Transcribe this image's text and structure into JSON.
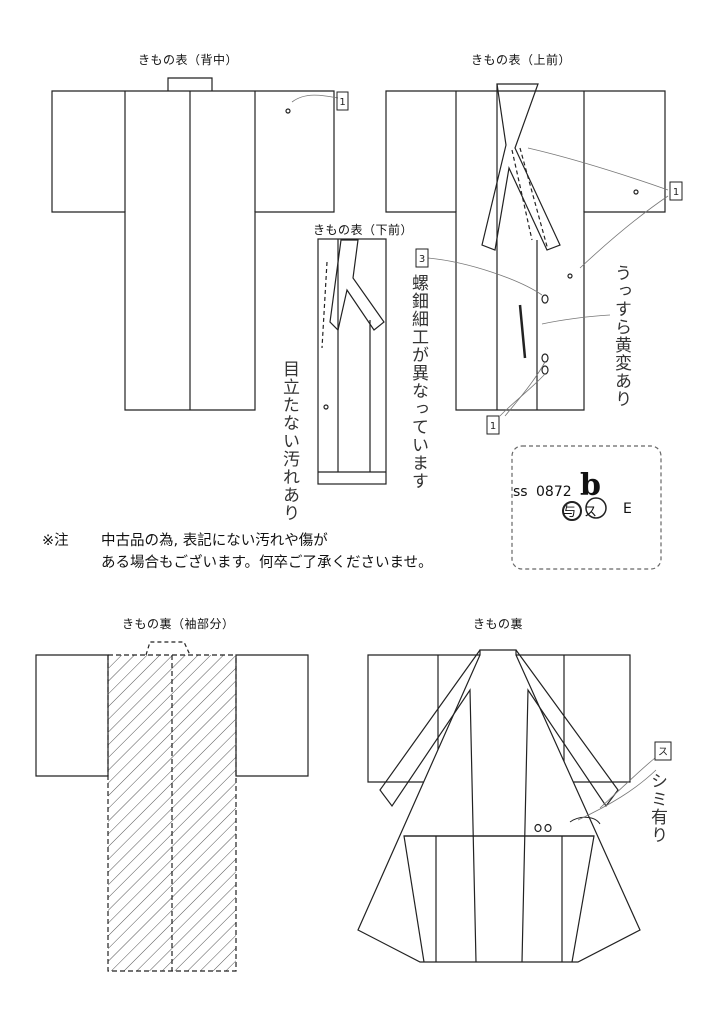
{
  "titles": {
    "back": "きもの表（背中）",
    "upper_front": "きもの表（上前）",
    "lower_front": "きもの表（下前）",
    "lining_sleeve": "きもの裏（袖部分）",
    "lining": "きもの裏"
  },
  "tags": {
    "back_spot": "1",
    "sleeve_spot": "1",
    "lower_spots": "1",
    "mid_spot": "3",
    "lining_stain": "ス"
  },
  "handwritten": {
    "yellowing": "うっすら黄変あり",
    "mother_of_pearl": "螺鈿細工が異なっています",
    "inconspicuous_stain": "目立たない汚れあり",
    "lining_stain": "シミ有り"
  },
  "stock": {
    "prefix": "ss",
    "number": "0872",
    "handwritten_mark": "b",
    "initials": "与ス",
    "grade": "E"
  },
  "notice": {
    "mark": "※注",
    "line1": "中古品の為, 表記にない汚れや傷が",
    "line2": "ある場合もございます。何卒ご了承くださいませ。"
  }
}
